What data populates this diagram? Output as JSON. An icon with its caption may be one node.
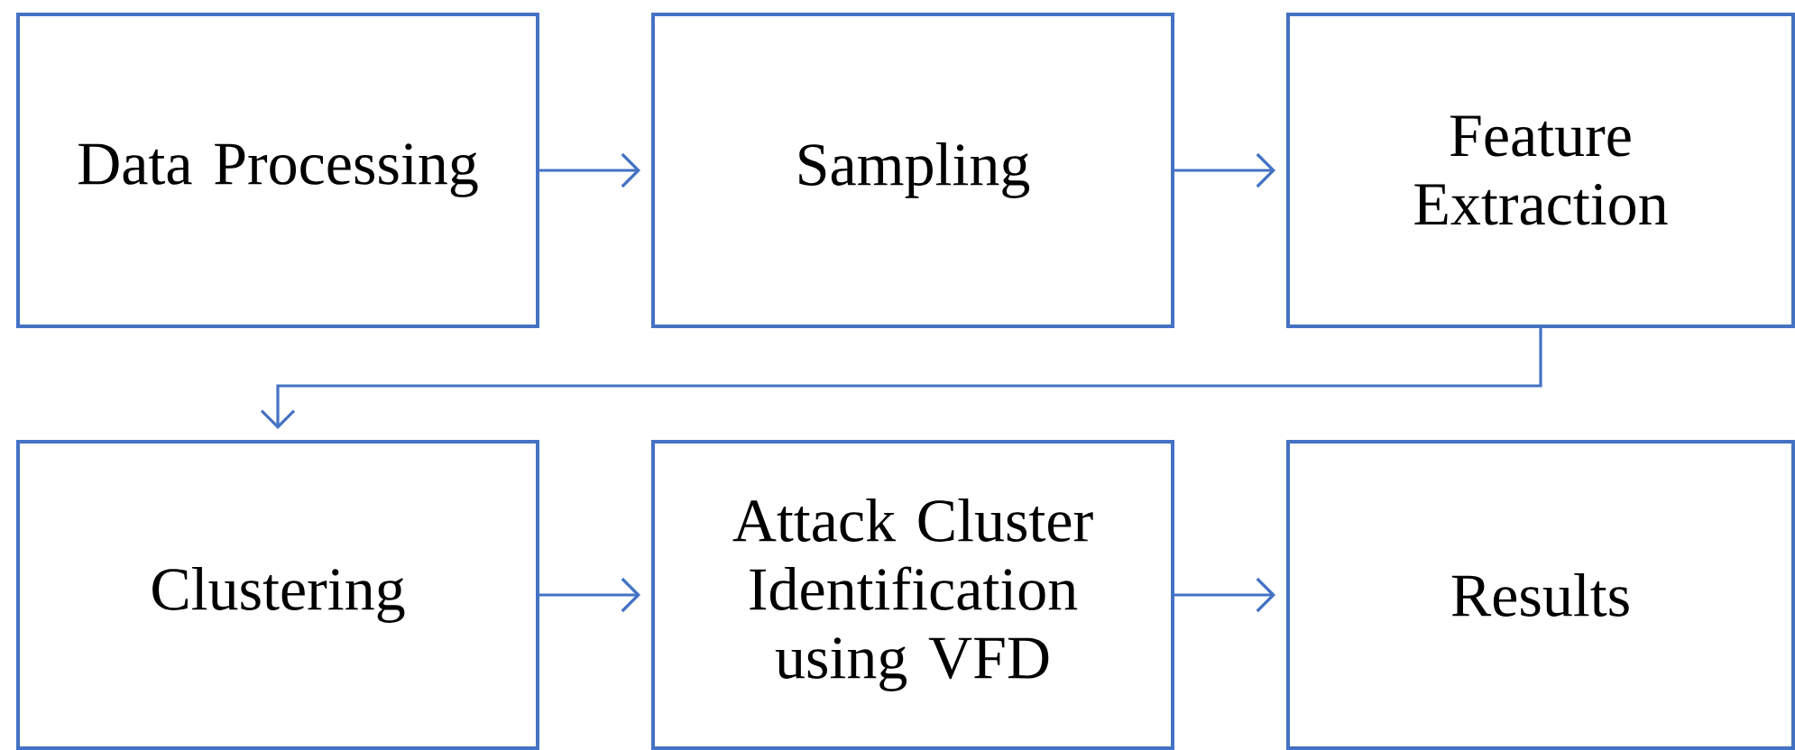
{
  "diagram": {
    "nodes": [
      {
        "text": [
          "Data Processing"
        ]
      },
      {
        "text": [
          "Sampling"
        ]
      },
      {
        "text": [
          "Feature Extraction"
        ]
      },
      {
        "text": [
          "Clustering"
        ]
      },
      {
        "text": [
          "Attack Cluster Identification using VFD"
        ]
      },
      {
        "text": [
          "Results"
        ]
      }
    ],
    "edges": [
      {
        "from": 0,
        "to": 1,
        "arrow": "to"
      },
      {
        "from": 1,
        "to": 2,
        "arrow": "to"
      },
      {
        "from": 2,
        "to": 3,
        "arrow": "to"
      },
      {
        "from": 3,
        "to": 4,
        "arrow": "to"
      },
      {
        "from": 4,
        "to": 5,
        "arrow": "to"
      }
    ]
  }
}
